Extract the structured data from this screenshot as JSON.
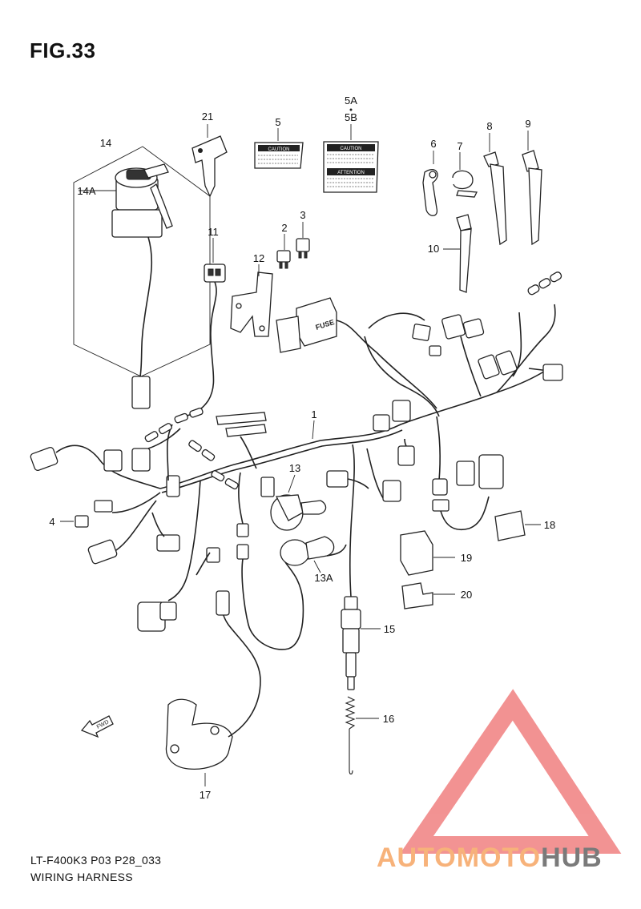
{
  "figure": {
    "title": "FIG.33"
  },
  "footer": {
    "code": "LT-F400K3 P03 P28_033",
    "caption": "WIRING HARNESS"
  },
  "watermark": {
    "part1": "AUTOMOTO",
    "part2": "HUB",
    "color1": "#f7b27a",
    "color2": "#7a7a7a",
    "triangle_color": "#f08080"
  },
  "callouts": {
    "c1": "1",
    "c2": "2",
    "c3": "3",
    "c4": "4",
    "c5": "5",
    "c5a": "5A",
    "c5b": "5B",
    "c6": "6",
    "c7": "7",
    "c8": "8",
    "c9": "9",
    "c10": "10",
    "c11": "11",
    "c12": "12",
    "c13": "13",
    "c13a": "13A",
    "c14": "14",
    "c14a": "14A",
    "c15": "15",
    "c16": "16",
    "c17": "17",
    "c18": "18",
    "c19": "19",
    "c20": "20",
    "c21": "21"
  },
  "labels": {
    "caution": "CAUTION",
    "attention": "ATTENTION",
    "fuse": "FUSE",
    "fwd": "FWD"
  }
}
